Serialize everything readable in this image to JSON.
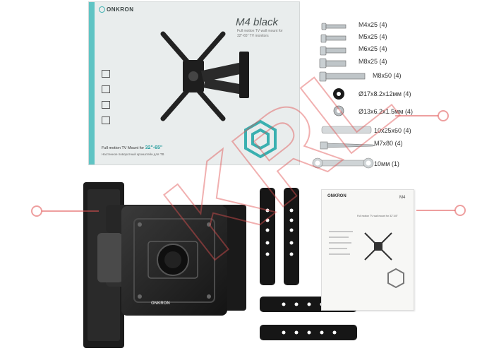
{
  "box": {
    "brand": "ONKRON",
    "model": "M4 black",
    "subtitle": "Full motion TV wall mount for 32\"-65\" TV monitors",
    "size_text": "Full motion TV Mount for",
    "size_range": "32\"-65\"",
    "note": "Настенное поворотный кронштейн для ТВ"
  },
  "parts": [
    {
      "label": "M4x25",
      "qty": "(4)"
    },
    {
      "label": "M5x25",
      "qty": "(4)"
    },
    {
      "label": "M6x25",
      "qty": "(4)"
    },
    {
      "label": "M8x25",
      "qty": "(4)"
    },
    {
      "label": "M8x50",
      "qty": "(4)"
    },
    {
      "label": "Ø17x8.2x12мм",
      "qty": "(4)"
    },
    {
      "label": "Ø13x6.2x1.5мм",
      "qty": "(4)"
    },
    {
      "label": "10x25x60",
      "qty": "(4)"
    },
    {
      "label": "M7x80",
      "qty": "(4)"
    },
    {
      "label": "10мм",
      "qty": "(1)"
    }
  ],
  "manual": {
    "brand": "ONKRON",
    "model": "M4",
    "desc": "Full motion TV wall mount for 32\"-65\""
  },
  "mount": {
    "brand": "ONKRON"
  },
  "watermark": "KRL",
  "colors": {
    "accent": "#3ab0b0",
    "box": "#e9eded",
    "metal": "#1c1c1c",
    "watermark": "#e05050"
  }
}
